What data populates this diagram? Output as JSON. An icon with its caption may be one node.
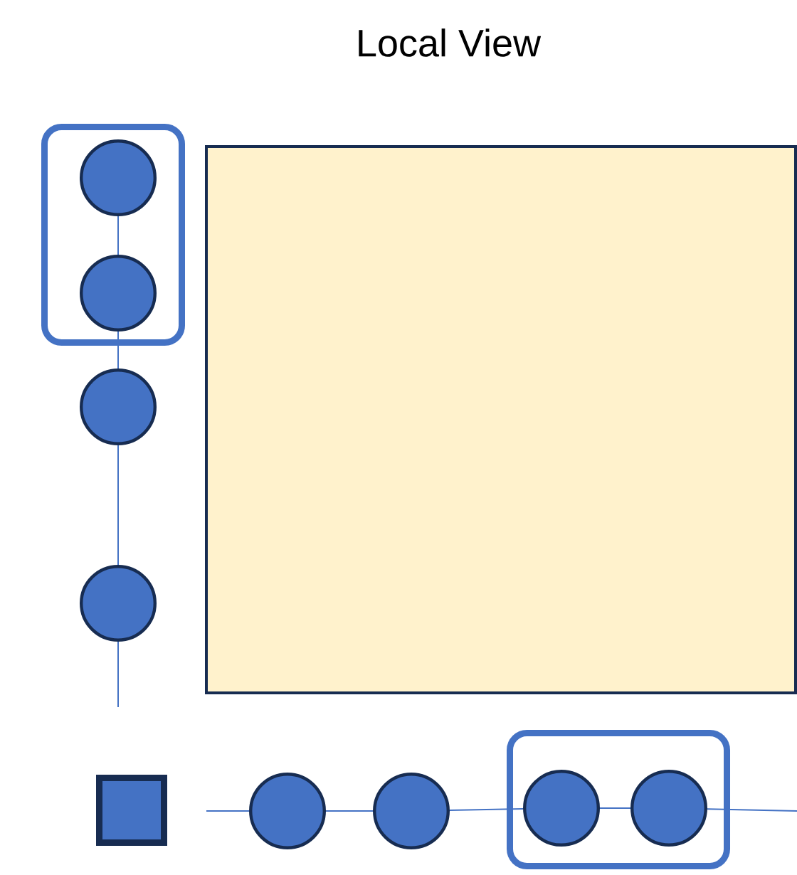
{
  "diagram": {
    "title": "Local View",
    "nodes": [
      {
        "text": [],
        "shape": "box"
      },
      {
        "text": [],
        "shape": "circle",
        "in": 0
      },
      {
        "text": [],
        "shape": "circle",
        "in": 0
      },
      {
        "text": [],
        "shape": "circle"
      },
      {
        "text": [],
        "shape": "circle"
      },
      {
        "text": [],
        "shape": "box"
      },
      {
        "text": [],
        "shape": "box"
      },
      {
        "text": [],
        "shape": "circle"
      },
      {
        "text": [],
        "shape": "circle"
      },
      {
        "text": [],
        "shape": "box"
      },
      {
        "text": [],
        "shape": "circle",
        "in": 9
      },
      {
        "text": [],
        "shape": "circle",
        "in": 9
      }
    ],
    "edges": [
      {
        "from": 1,
        "to": 2,
        "arrow": "none"
      },
      {
        "from": 2,
        "to": 3,
        "arrow": "none"
      },
      {
        "from": 3,
        "to": 4,
        "arrow": "none"
      },
      {
        "from": 4,
        "to": null,
        "arrow": "none"
      },
      {
        "from": null,
        "to": 7,
        "arrow": "none"
      },
      {
        "from": 7,
        "to": 8,
        "arrow": "none"
      },
      {
        "from": 8,
        "to": 10,
        "arrow": "none"
      },
      {
        "from": 10,
        "to": 11,
        "arrow": "none"
      },
      {
        "from": 11,
        "to": null,
        "arrow": "none"
      }
    ]
  }
}
